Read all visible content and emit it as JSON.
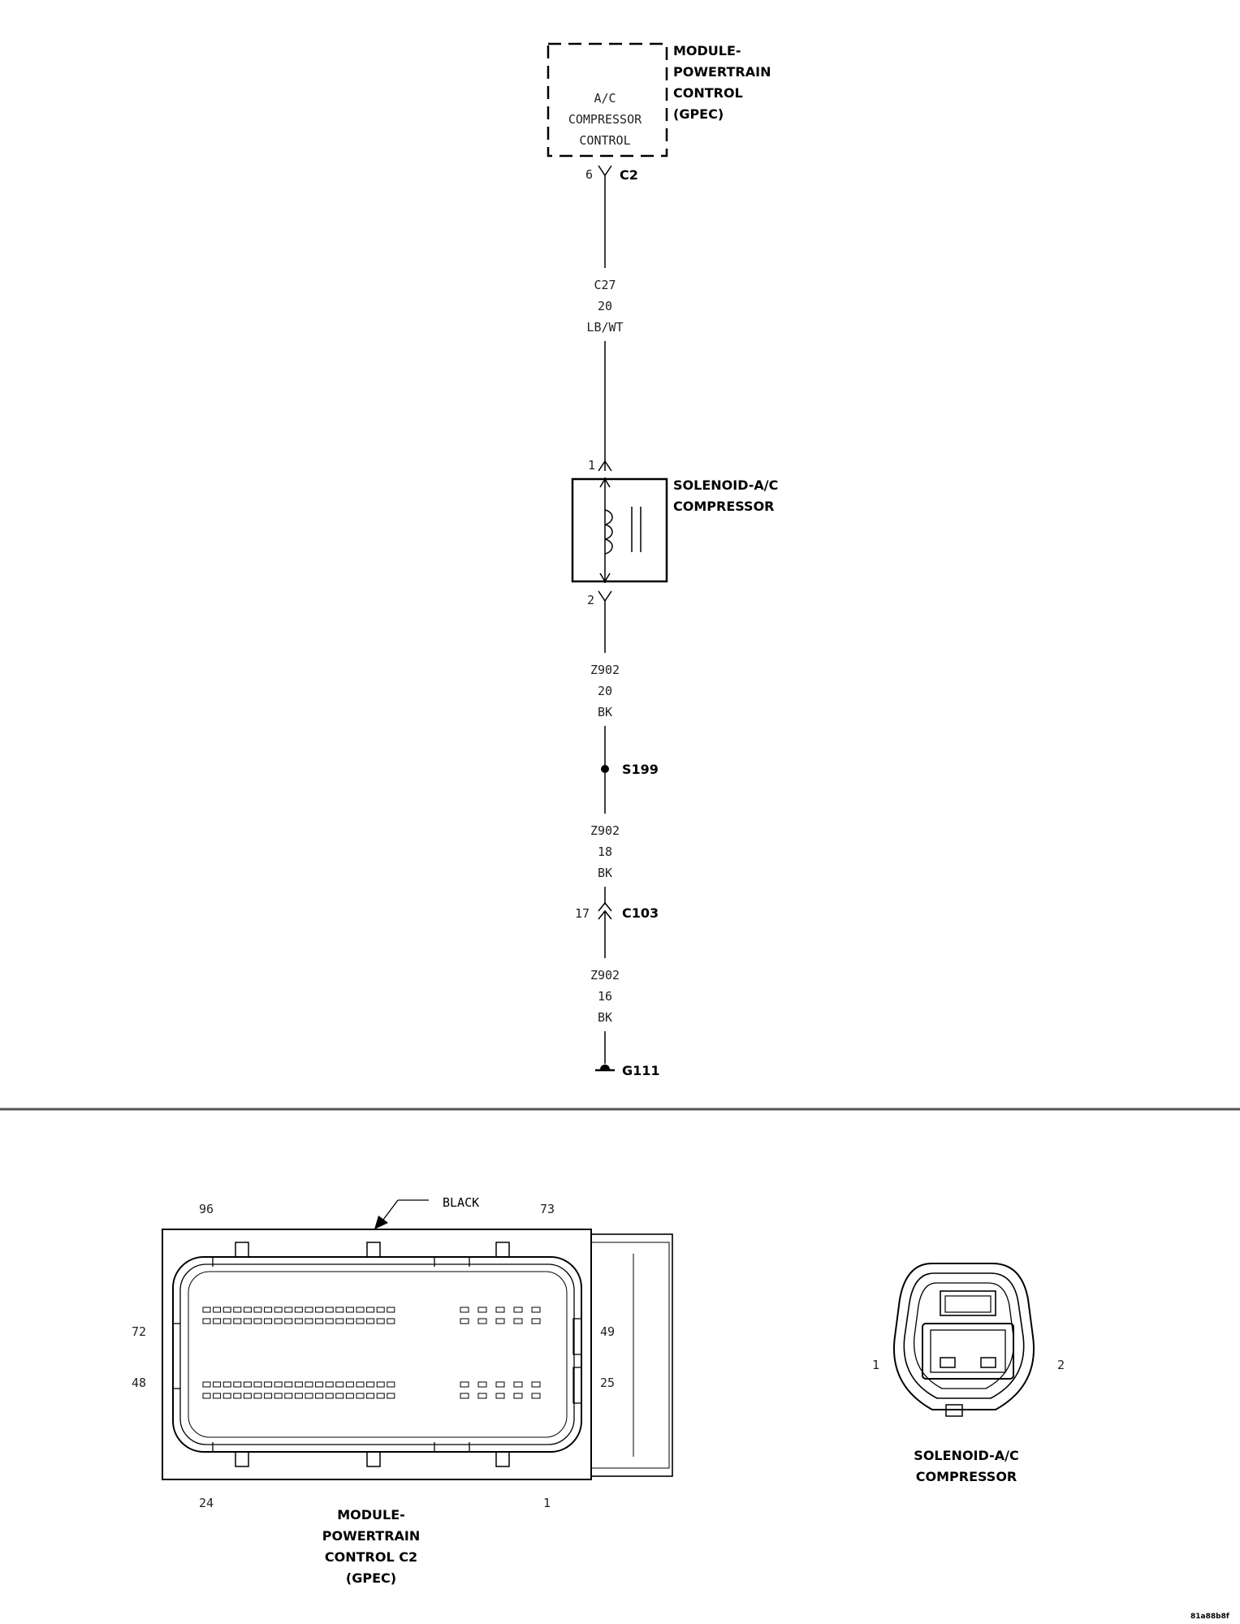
{
  "pcm": {
    "name_lines": [
      "MODULE-",
      "POWERTRAIN",
      "CONTROL",
      "(GPEC)"
    ],
    "function_lines": [
      "A/C",
      "COMPRESSOR",
      "CONTROL"
    ],
    "pin": "6",
    "connector": "C2"
  },
  "wire1": {
    "circuit": "C27",
    "gauge": "20",
    "color": "LB/WT"
  },
  "solenoid": {
    "name_lines": [
      "SOLENOID-A/C",
      "COMPRESSOR"
    ],
    "pin_top": "1",
    "pin_bottom": "2"
  },
  "wire2": {
    "circuit": "Z902",
    "gauge": "20",
    "color": "BK"
  },
  "splice": {
    "label": "S199"
  },
  "wire3": {
    "circuit": "Z902",
    "gauge": "18",
    "color": "BK"
  },
  "inline_connector": {
    "pin": "17",
    "label": "C103"
  },
  "wire4": {
    "circuit": "Z902",
    "gauge": "16",
    "color": "BK"
  },
  "ground": {
    "label": "G111"
  },
  "pcm_connector_view": {
    "color_label": "BLACK",
    "pin_labels": {
      "top_left": "96",
      "top_right": "73",
      "mid_left_upper": "72",
      "mid_left_lower": "48",
      "mid_right_upper": "49",
      "mid_right_lower": "25",
      "bottom_left": "24",
      "bottom_right": "1"
    },
    "caption_lines": [
      "MODULE-",
      "POWERTRAIN",
      "CONTROL C2",
      "(GPEC)"
    ]
  },
  "solenoid_connector_view": {
    "pin_left": "1",
    "pin_right": "2",
    "caption_lines": [
      "SOLENOID-A/C",
      "COMPRESSOR"
    ]
  },
  "figure_id": "81a88b8f"
}
